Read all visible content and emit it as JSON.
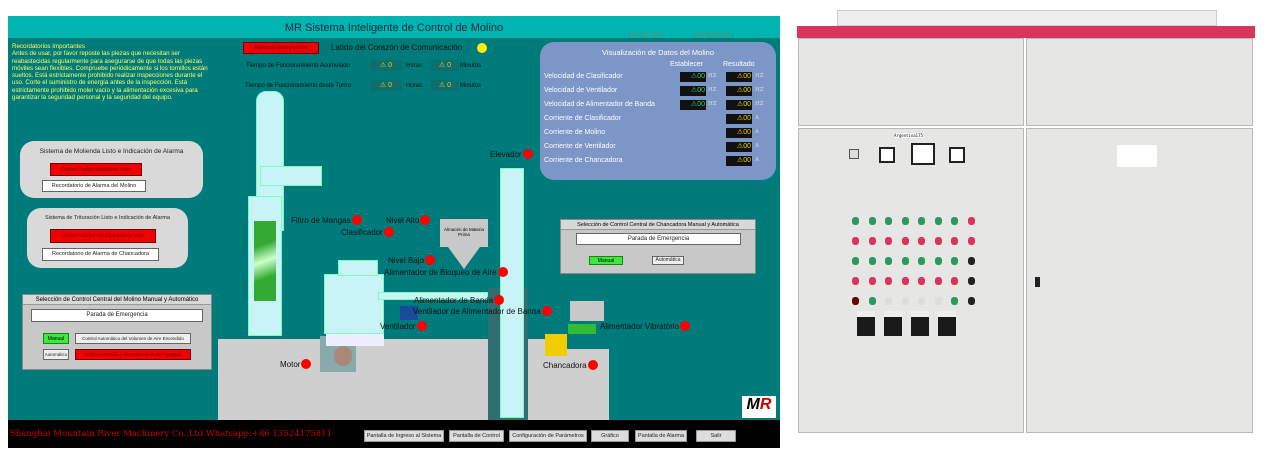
{
  "header": {
    "title": "MR Sistema Inteligente de Control de Molino",
    "time": "10:25:30",
    "date": "05/20/24"
  },
  "notes": {
    "title": "Recordatorios Importantes",
    "body": "Antes de usar, por favor reposte las piezas que necesitan ser reabastecidas regularmente para asegurarse de que todas las piezas móviles sean flexibles. Compruebe periódicamente si los tornillos están sueltos. Está estrictamente prohibido realizar inspecciones durante el uso. Corte el suministro de energía antes de la inspección. Está estrictamente prohibido moler vacío y la alimentación excesiva para garantizar la seguridad personal y la seguridad del equipo."
  },
  "status": {
    "power_ready": "Fuente de Energía Listo",
    "heartbeat": "Latido del Corazón de Comunicación",
    "accumulated": "Tiempo de Funcionamiento Acumulado",
    "shift": "Tiempo de Funcionamiento deste Turno",
    "hours_value": "0",
    "minutes_value": "0",
    "hours": "Horas",
    "minutes": "Minutos"
  },
  "grinding": {
    "title": "Sistema de Molienda Listo e Indicación de Alarma",
    "ready": "Control Central del Molino Listo",
    "alarm": "Recordatorio de Alarma del Molino"
  },
  "crushing": {
    "title": "Sistema de Trituración Listo e Indicación de Alarma",
    "ready": "Control Central del Chancadora Listo",
    "alarm": "Recordatorio de Alarma de Chancadora"
  },
  "mill_select": {
    "title": "Selección de Control Central del Molino Manual y Automático",
    "emergency": "Parada de Emergencia",
    "manual": "Manual",
    "auto": "Automático",
    "air_on": "Control Automático del Volumen de Aire   Encendido",
    "air_off": "Control Automático del Volumen de aire   Apagado"
  },
  "crusher_select": {
    "title": "Selección de Control Central de Chancadora Manual y Automática",
    "emergency": "Parada de Emergencia",
    "manual": "Manual",
    "auto": "Automática"
  },
  "data_panel": {
    "title": "Visualización de Datos del Molino",
    "col_set": "Establecer",
    "col_result": "Resultado",
    "rows": [
      {
        "label": "Velocidad de Clasificador",
        "set": "00",
        "result": "00",
        "unit": "HZ"
      },
      {
        "label": "Velocidad de Ventilador",
        "set": "00",
        "result": "00",
        "unit": "HZ"
      },
      {
        "label": "Velocidad de Alimentador de Banda",
        "set": "00",
        "result": "00",
        "unit": "HZ"
      },
      {
        "label": "Corriente de Clasificador",
        "result": "00",
        "unit": "A"
      },
      {
        "label": "Corriente de Molino",
        "result": "00",
        "unit": "A"
      },
      {
        "label": "Corriente de Ventilador",
        "result": "00",
        "unit": "A"
      },
      {
        "label": "Corriente de Chancadora",
        "result": "00",
        "unit": "A"
      }
    ]
  },
  "equipment": {
    "elevador": "Elevador",
    "filtro": "Filtro de Mangas",
    "nivel_alto": "Nivel Alto",
    "clasificador": "Clasificador",
    "nivel_bajo": "Nivel Bajo",
    "bloqueo": "Alimentador de Bloqueo de Aire",
    "banda": "Alimentador de Banda",
    "vent_banda": "Ventilador de Alimentador de Banda",
    "ventilador": "Ventilador",
    "vibratorio": "Alimentador Vibratório",
    "motor": "Motor",
    "chancadora": "Chancadora",
    "almacen": "Almacén de Materia Prima"
  },
  "footer": {
    "company": "Shanghai Mountain River Machinery Co.,Ltd  Whatsapp:+86 13524175811",
    "buttons": [
      "Pantalla de Ingreso al Sistema",
      "Pantalla de Control",
      "Configuración de Parámetros",
      "Gráfico",
      "Pantalla de Alarma",
      "Salir"
    ]
  },
  "logo": "MR",
  "cabinet": {
    "label": "Argentina175"
  },
  "colors": {
    "accent": "#007b7b",
    "header": "#00b4b0",
    "alarm": "#f00000",
    "panel": "#7b96c7"
  }
}
